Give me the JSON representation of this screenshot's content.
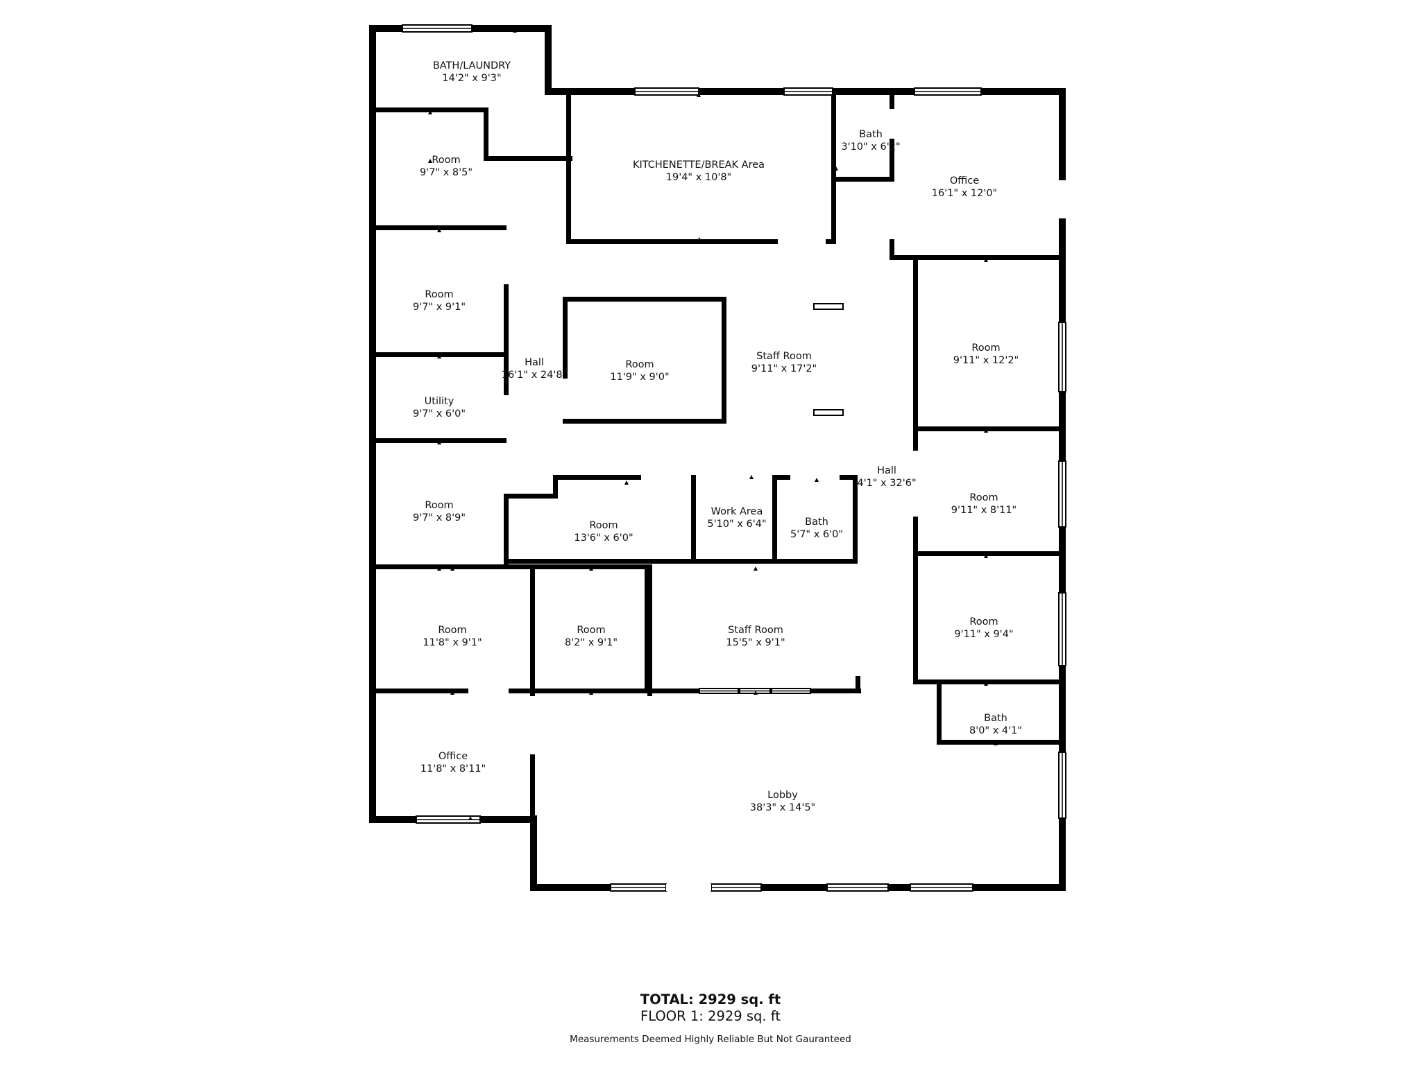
{
  "rooms": [
    {
      "id": "bath-laundry",
      "name": "BATH/LAUNDRY",
      "size": "14'2\" x 9'3\""
    },
    {
      "id": "kitchenette",
      "name": "KITCHENETTE/BREAK Area",
      "size": "19'4\" x 10'8\""
    },
    {
      "id": "bath-top",
      "name": "Bath",
      "size": "3'10\" x 6'2\""
    },
    {
      "id": "office-top",
      "name": "Office",
      "size": "16'1\" x 12'0\""
    },
    {
      "id": "room-1",
      "name": "Room",
      "size": "9'7\" x 8'5\""
    },
    {
      "id": "room-2",
      "name": "Room",
      "size": "9'7\" x 9'1\""
    },
    {
      "id": "hall-left",
      "name": "Hall",
      "size": "16'1\" x 24'8\""
    },
    {
      "id": "room-center",
      "name": "Room",
      "size": "11'9\" x 9'0\""
    },
    {
      "id": "staff-room-1",
      "name": "Staff Room",
      "size": "9'11\" x 17'2\""
    },
    {
      "id": "room-right-1",
      "name": "Room",
      "size": "9'11\" x 12'2\""
    },
    {
      "id": "utility",
      "name": "Utility",
      "size": "9'7\" x 6'0\""
    },
    {
      "id": "hall-right",
      "name": "Hall",
      "size": "4'1\" x 32'6\""
    },
    {
      "id": "room-right-2",
      "name": "Room",
      "size": "9'11\" x 8'11\""
    },
    {
      "id": "room-3",
      "name": "Room",
      "size": "9'7\" x 8'9\""
    },
    {
      "id": "room-mid",
      "name": "Room",
      "size": "13'6\" x 6'0\""
    },
    {
      "id": "work-area",
      "name": "Work Area",
      "size": "5'10\" x 6'4\""
    },
    {
      "id": "bath-mid",
      "name": "Bath",
      "size": "5'7\" x 6'0\""
    },
    {
      "id": "room-4",
      "name": "Room",
      "size": "11'8\" x 9'1\""
    },
    {
      "id": "room-5",
      "name": "Room",
      "size": "8'2\" x 9'1\""
    },
    {
      "id": "staff-room-2",
      "name": "Staff Room",
      "size": "15'5\" x 9'1\""
    },
    {
      "id": "room-right-3",
      "name": "Room",
      "size": "9'11\" x 9'4\""
    },
    {
      "id": "bath-right",
      "name": "Bath",
      "size": "8'0\" x 4'1\""
    },
    {
      "id": "office-bottom",
      "name": "Office",
      "size": "11'8\" x 8'11\""
    },
    {
      "id": "lobby",
      "name": "Lobby",
      "size": "38'3\" x 14'5\""
    }
  ],
  "footer": {
    "total": "TOTAL: 2929 sq. ft",
    "floor": "FLOOR 1: 2929 sq. ft",
    "disclaimer": "Measurements Deemed Highly Reliable But Not Gauranteed"
  }
}
